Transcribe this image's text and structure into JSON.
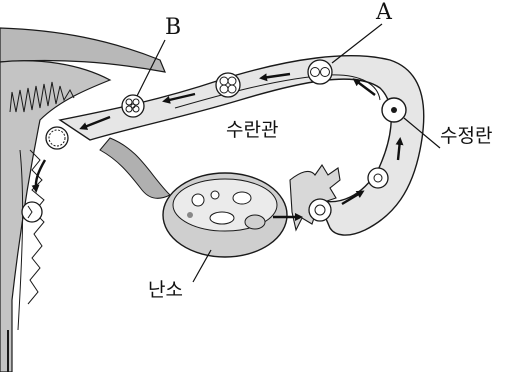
{
  "labels": {
    "a": "A",
    "b": "B",
    "oviduct": "수란관",
    "fertilized_egg": "수정란",
    "ovary": "난소"
  },
  "colors": {
    "tissue": "#b8b8b8",
    "tissue_dark": "#9a9a9a",
    "ovary": "#cfcfcf",
    "outline": "#1a1a1a",
    "background": "#ffffff"
  },
  "icons": [
    "egg-cell-icon",
    "two-cell-embryo-icon",
    "four-cell-embryo-icon",
    "morula-icon",
    "blastocyst-icon",
    "implanting-embryo-icon",
    "follicle-icon",
    "flow-arrow-icon"
  ]
}
